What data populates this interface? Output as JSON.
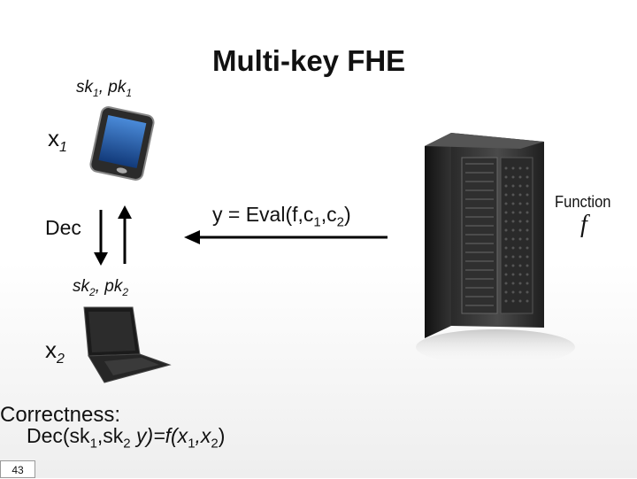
{
  "title": "Multi-key FHE",
  "party1": {
    "sk": "sk",
    "pk": "pk",
    "sub": "1",
    "sep": ", ",
    "x": "x",
    "x_sub": "1"
  },
  "party2": {
    "sk": "sk",
    "pk": "pk",
    "sub": "2",
    "sep": ", ",
    "x": "x",
    "x_sub": "2"
  },
  "dec_label": "Dec",
  "eval": {
    "prefix": "y = Eval(f,c",
    "s1": "1",
    "mid": ",c",
    "s2": "2",
    "suffix": ")"
  },
  "function_label": "Function",
  "function_symbol": "f",
  "correctness": {
    "heading": "Correctness:",
    "a": "Dec(sk",
    "a_sub": "1",
    "b": ",sk",
    "b_sub": "2",
    "c": " y)=",
    "f": "f",
    "d": "(x",
    "d_sub": "1",
    "e": ",x",
    "e_sub": "2",
    "g": ")"
  },
  "slide_number": "43",
  "icons": {
    "phone": "smartphone-icon",
    "laptop": "laptop-icon",
    "server": "server-tower-icon"
  }
}
